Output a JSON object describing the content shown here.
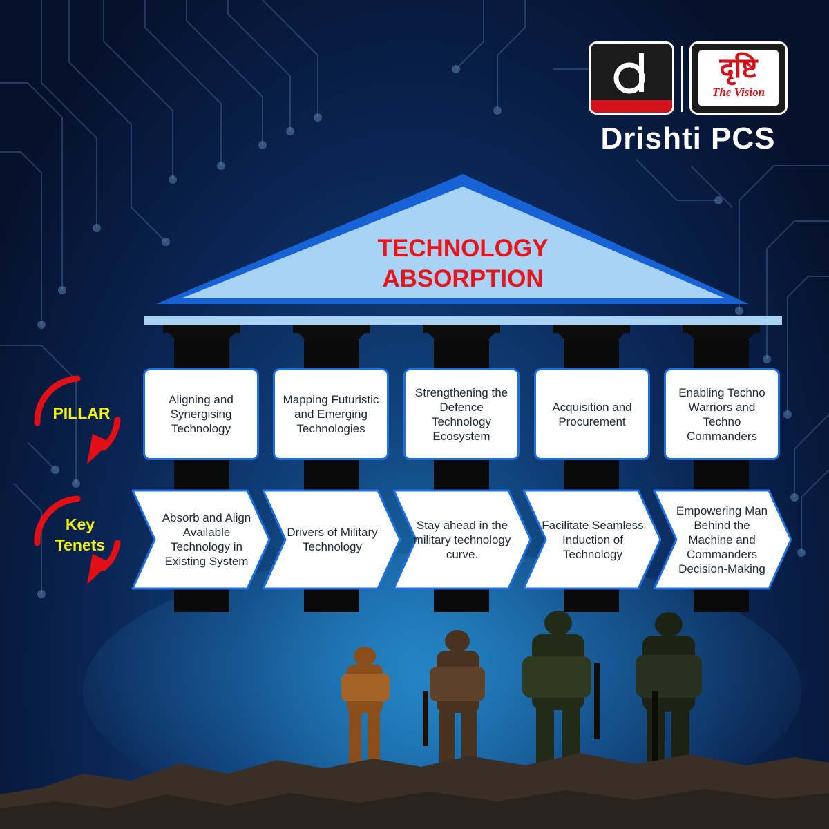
{
  "brand": {
    "logo_letter": "d",
    "logo_hindi": "दृष्टि",
    "logo_tagline": "The Vision",
    "name": "Drishti PCS"
  },
  "roof": {
    "title_line1": "TECHNOLOGY",
    "title_line2": "ABSORPTION"
  },
  "side_labels": {
    "pillar": "PILLAR",
    "tenets_line1": "Key",
    "tenets_line2": "Tenets"
  },
  "pillars": [
    {
      "text": "Aligning and Synergising Technology"
    },
    {
      "text": "Mapping Futuristic and Emerging Technologies"
    },
    {
      "text": "Strengthening the Defence Technology Ecosystem"
    },
    {
      "text": "Acquisition and Procurement"
    },
    {
      "text": "Enabling Techno Warriors and Techno Commanders"
    }
  ],
  "tenets": [
    {
      "text": "Absorb and Align Available Technology in Existing System"
    },
    {
      "text": "Drivers of Military Technology"
    },
    {
      "text": "Stay ahead in the military technology curve."
    },
    {
      "text": "Facilitate Seamless Induction of Technology"
    },
    {
      "text": "Empowering Man Behind the Machine and Commanders Decision-Making"
    }
  ],
  "colors": {
    "roof_fill": "#a9d3f5",
    "roof_border": "#1763d6",
    "title_red": "#e8141c",
    "box_border": "#1f6fe0",
    "side_label_yellow": "#f2f20c",
    "arrow_red": "#e30f16"
  }
}
